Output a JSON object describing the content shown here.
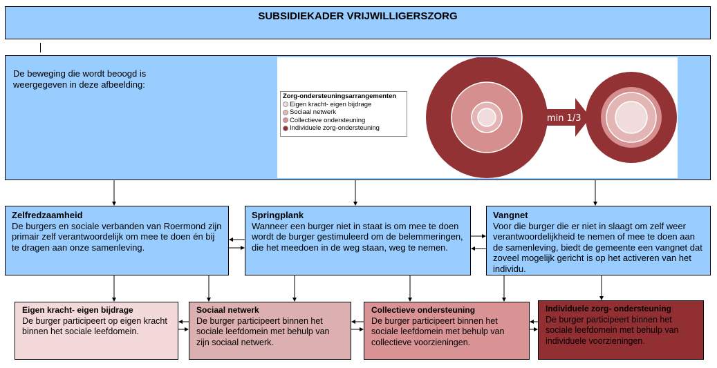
{
  "title": "SUBSIDIEKADER VRIJWILLIGERSZORG",
  "intro": {
    "text": "De beweging die wordt beoogd is weergegeven in deze afbeelding:"
  },
  "figure": {
    "legend": {
      "title": "Zorg-ondersteuningsarrangementen",
      "items": [
        {
          "label": "Eigen kracht- eigen bijdrage",
          "color": "#f0dcdc"
        },
        {
          "label": "Sociaal netwerk",
          "color": "#e2b4b4"
        },
        {
          "label": "Collectieve ondersteuning",
          "color": "#d58f90"
        },
        {
          "label": "Individuele zorg-ondersteuning",
          "color": "#922f32"
        }
      ]
    },
    "arrow_label": "min 1/3",
    "colors": {
      "outer": "#923234",
      "ring3": "#d68f8f",
      "ring2": "#e4b5b5",
      "core": "#f0dcdc",
      "stroke": "#ffffff"
    }
  },
  "principles": [
    {
      "heading": "Zelfredzaamheid",
      "text": "De burgers en sociale verbanden van Roermond zijn primair zelf verantwoordelijk om mee te doen én bij te dragen aan onze samenleving."
    },
    {
      "heading": "Springplank",
      "text": "Wanneer een burger niet in staat is om mee te doen wordt de burger gestimuleerd om de belemmeringen, die het meedoen in de weg staan, weg te nemen."
    },
    {
      "heading": "Vangnet",
      "text": "Voor die burger die er niet in slaagt om zelf weer verantwoordelijkheid te nemen of mee te doen aan de samenleving, biedt de gemeente een vangnet dat zoveel mogelijk gericht is op het activeren van het individu."
    }
  ],
  "arrangements": [
    {
      "heading": "Eigen kracht- eigen bijdrage",
      "text": "De burger participeert op eigen kracht binnen het sociale leefdomein."
    },
    {
      "heading": "Sociaal netwerk",
      "text": "De burger participeert binnen het sociale leefdomein met behulp van zijn sociaal netwerk."
    },
    {
      "heading": "Collectieve ondersteuning",
      "text": "De burger participeert binnen het sociale leefdomein met behulp van collectieve voorzieningen."
    },
    {
      "heading": "Individuele zorg- ondersteuning",
      "text": "De burger participeert binnen het sociale leefdomein met behulp van individuele voorzieningen."
    }
  ]
}
